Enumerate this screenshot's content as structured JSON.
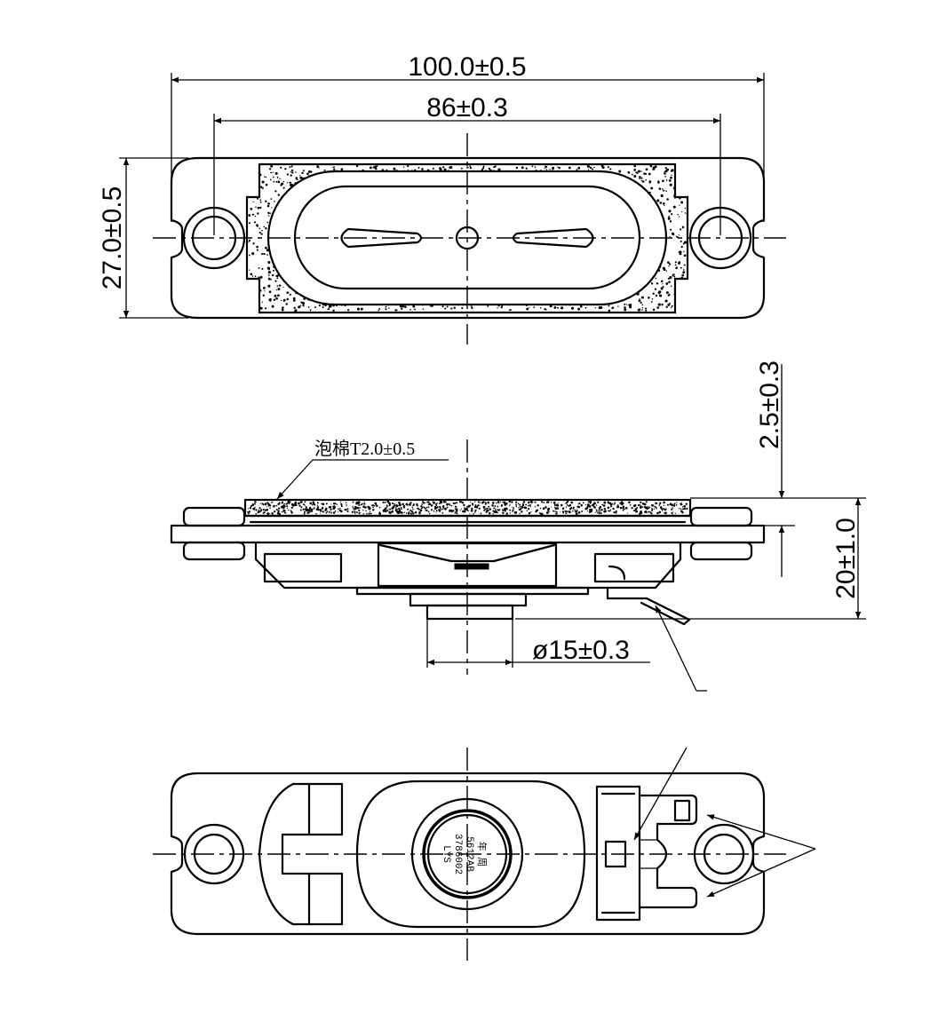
{
  "top_view": {
    "overall_length": "100.0±0.5",
    "hole_spacing": "86±0.3",
    "overall_width": "27.0±0.5"
  },
  "side_view": {
    "foam_note": "泡棉T2.0±0.5",
    "foam_height": "2.5±0.3",
    "total_height": "20±1.0",
    "magnet_diameter": "ø15±0.3"
  },
  "bottom_view": {
    "label_line1": "LYS",
    "label_line2": "3786002",
    "label_line3": "5612AB",
    "label_line4": "年 周"
  }
}
